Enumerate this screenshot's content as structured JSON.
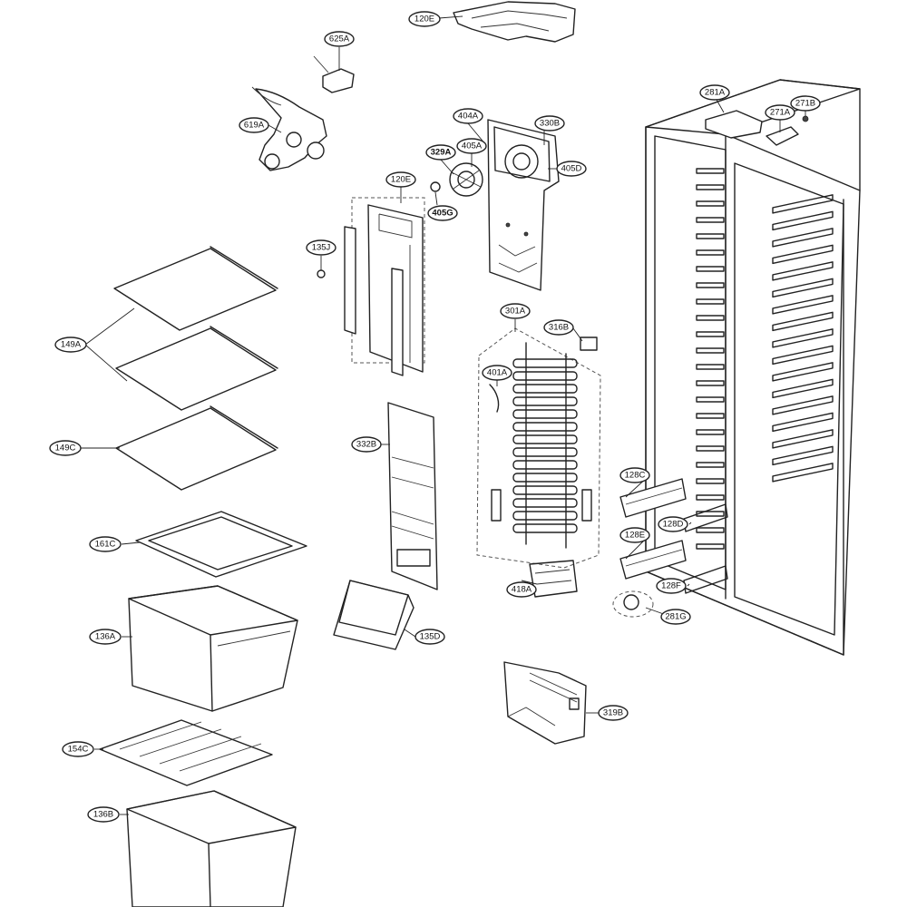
{
  "callouts": {
    "l120E_top": "120E",
    "l625A": "625A",
    "l619A": "619A",
    "l404A": "404A",
    "l330B": "330B",
    "l405A": "405A",
    "l329A": "329A",
    "l405D": "405D",
    "l120E_mid": "120E",
    "l405G": "405G",
    "l135J": "135J",
    "l281A": "281A",
    "l271A": "271A",
    "l271B": "271B",
    "l301A": "301A",
    "l316B": "316B",
    "l401A": "401A",
    "l149A": "149A",
    "l149C": "149C",
    "l332B": "332B",
    "l128C": "128C",
    "l128D": "128D",
    "l128E": "128E",
    "l128F": "128F",
    "l281G": "281G",
    "l161C": "161C",
    "l418A": "418A",
    "l135D": "135D",
    "l136A": "136A",
    "l319B": "319B",
    "l154C": "154C",
    "l136B": "136B"
  }
}
